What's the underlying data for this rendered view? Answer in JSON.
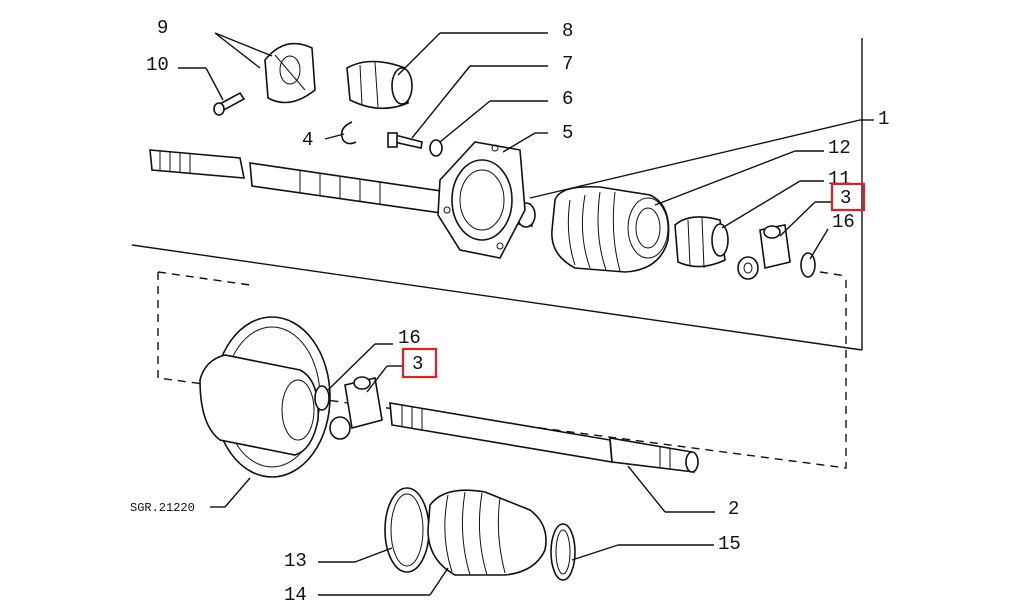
{
  "diagram": {
    "reference_code": "SGR.21220",
    "highlight_color": "#e31e24",
    "callouts": [
      {
        "id": "c1",
        "label": "1"
      },
      {
        "id": "c2",
        "label": "2"
      },
      {
        "id": "c3a",
        "label": "3",
        "highlighted": true
      },
      {
        "id": "c3b",
        "label": "3",
        "highlighted": true
      },
      {
        "id": "c4",
        "label": "4"
      },
      {
        "id": "c5",
        "label": "5"
      },
      {
        "id": "c6",
        "label": "6"
      },
      {
        "id": "c7",
        "label": "7"
      },
      {
        "id": "c8",
        "label": "8"
      },
      {
        "id": "c9",
        "label": "9"
      },
      {
        "id": "c10",
        "label": "10"
      },
      {
        "id": "c11",
        "label": "11"
      },
      {
        "id": "c12",
        "label": "12"
      },
      {
        "id": "c13",
        "label": "13"
      },
      {
        "id": "c14",
        "label": "14"
      },
      {
        "id": "c15",
        "label": "15"
      },
      {
        "id": "c16a",
        "label": "16"
      },
      {
        "id": "c16b",
        "label": "16"
      }
    ]
  }
}
